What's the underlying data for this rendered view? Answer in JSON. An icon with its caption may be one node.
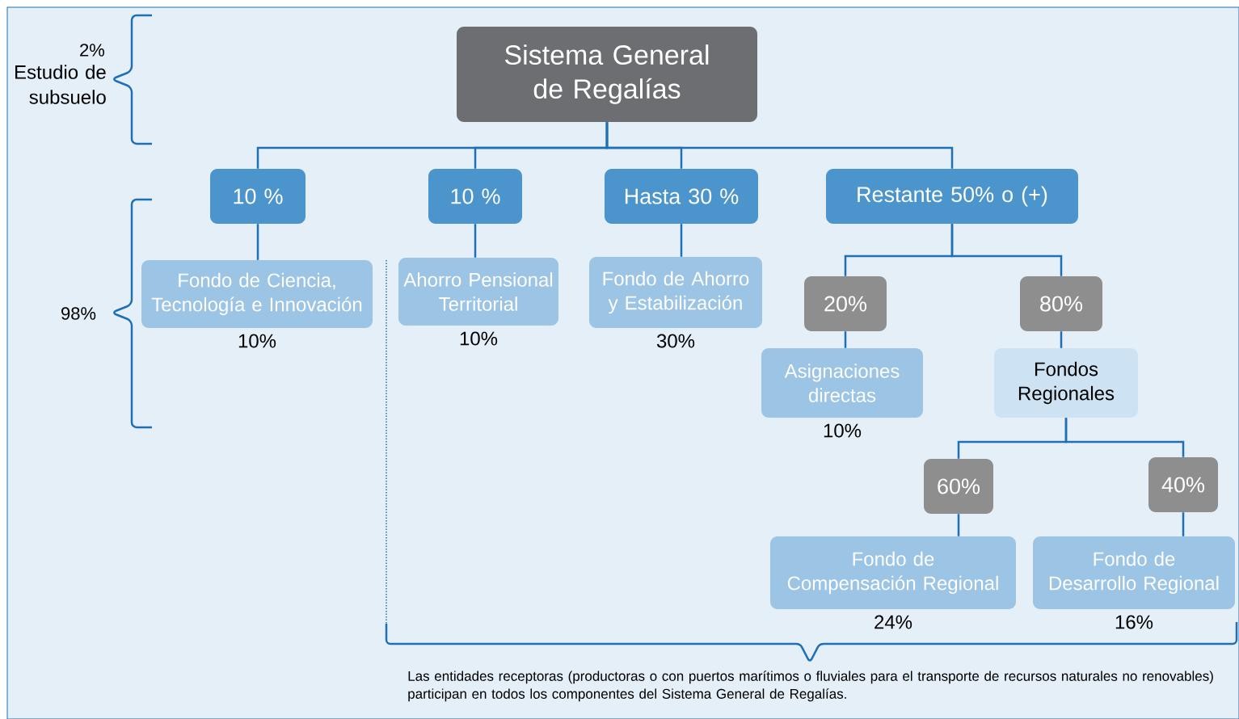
{
  "diagram": {
    "nodes": [
      {
        "text": [
          "Sistema General de Regalías"
        ]
      },
      {
        "text": [
          "10 %"
        ]
      },
      {
        "text": [
          "10 %"
        ]
      },
      {
        "text": [
          "Hasta 30 %"
        ]
      },
      {
        "text": [
          "Restante 50% o (+)"
        ]
      },
      {
        "text": [
          "Fondo de Ciencia, Tecnología e Innovación"
        ],
        "beside": [
          "10%"
        ]
      },
      {
        "text": [
          "Ahorro Pensional Territorial"
        ],
        "beside": [
          "10%"
        ]
      },
      {
        "text": [
          "Fondo de Ahorro y Estabilización"
        ],
        "beside": [
          "30%"
        ]
      },
      {
        "text": [
          "20%"
        ]
      },
      {
        "text": [
          "80%"
        ]
      },
      {
        "text": [
          "Asignaciones directas"
        ],
        "beside": [
          "10%"
        ]
      },
      {
        "text": [
          "Fondos Regionales"
        ]
      },
      {
        "text": [
          "60%"
        ]
      },
      {
        "text": [
          "40%"
        ]
      },
      {
        "text": [
          "Fondo de Compensación Regional"
        ],
        "beside": [
          "24%"
        ]
      },
      {
        "text": [
          "Fondo de Desarrollo Regional"
        ],
        "beside": [
          "16%"
        ]
      }
    ],
    "edges": [
      {
        "from": 0,
        "to": 1,
        "arrow": "none"
      },
      {
        "from": 0,
        "to": 2,
        "arrow": "none"
      },
      {
        "from": 0,
        "to": 3,
        "arrow": "none"
      },
      {
        "from": 0,
        "to": 4,
        "arrow": "none"
      },
      {
        "from": 1,
        "to": 5,
        "arrow": "none"
      },
      {
        "from": 2,
        "to": 6,
        "arrow": "none"
      },
      {
        "from": 3,
        "to": 7,
        "arrow": "none"
      },
      {
        "from": 4,
        "to": 8,
        "arrow": "none"
      },
      {
        "from": 4,
        "to": 9,
        "arrow": "none"
      },
      {
        "from": 8,
        "to": 10,
        "arrow": "none"
      },
      {
        "from": 9,
        "to": 11,
        "arrow": "none"
      },
      {
        "from": 11,
        "to": 12,
        "arrow": "none"
      },
      {
        "from": 11,
        "to": 13,
        "arrow": "none"
      },
      {
        "from": 12,
        "to": 14,
        "arrow": "none"
      },
      {
        "from": 13,
        "to": 15,
        "arrow": "none"
      }
    ],
    "labels": [
      "2%",
      "Estudio de subsuelo",
      "98%",
      "Las entidades receptoras (productoras o con puertos marítimos o fluviales para el transporte de recursos naturales no renovables) participan en todos los componentes del Sistema General de Regalías."
    ]
  }
}
